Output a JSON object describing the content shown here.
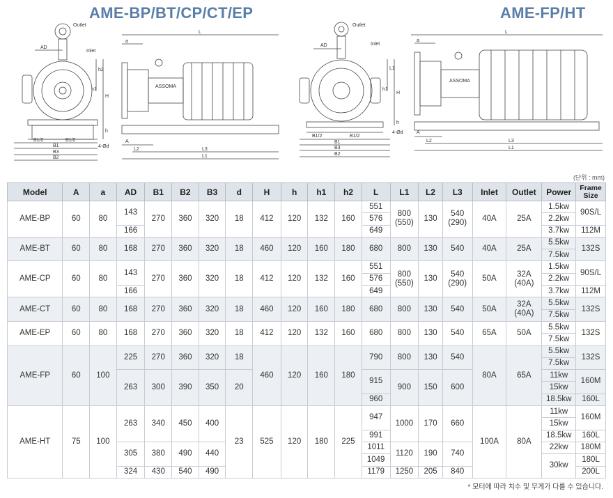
{
  "titles": {
    "left": "AME-BP/BT/CP/CT/EP",
    "right": "AME-FP/HT"
  },
  "drawing_labels": {
    "left": {
      "outlet": "Outlet",
      "inlet": "Inlet",
      "AD": "AD",
      "a": "a",
      "L": "L",
      "h2": "h2",
      "h1": "h1",
      "H": "H",
      "h": "h",
      "B1_2a": "B1/2",
      "B1_2b": "B1/2",
      "B1": "B1",
      "B3": "B3",
      "B2": "B2",
      "fourd": "4-Ød",
      "A": "A",
      "L2": "L2",
      "L3": "L3",
      "L1": "L1",
      "brand": "ASSOMA"
    },
    "right": {
      "outlet": "Outlet",
      "inlet": "Inlet",
      "AD": "AD",
      "a": "a",
      "L": "L",
      "L1v": "L1",
      "h1": "h1",
      "H": "H",
      "h": "h",
      "B1_2a": "B1/2",
      "B1_2b": "B1/2",
      "B1": "B1",
      "B3": "B3",
      "B2": "B2",
      "fourd": "4-Ød",
      "A": "A",
      "L2": "L2",
      "L3": "L3",
      "L1": "L1",
      "brand": "ASSOMA"
    }
  },
  "unit_note": "(단위 : mm)",
  "footnote": "* 모터에 따라 치수 및 무게가 다를 수 있습니다.",
  "table": {
    "headers": [
      "Model",
      "A",
      "a",
      "AD",
      "B1",
      "B2",
      "B3",
      "d",
      "H",
      "h",
      "h1",
      "h2",
      "L",
      "L1",
      "L2",
      "L3",
      "Inlet",
      "Outlet",
      "Power",
      "Frame Size"
    ],
    "BP": {
      "model": "AME-BP",
      "A": "60",
      "a": "80",
      "AD1": "143",
      "AD2": "166",
      "B1": "270",
      "B2": "360",
      "B3": "320",
      "d": "18",
      "H": "412",
      "h": "120",
      "h1": "132",
      "h2": "160",
      "L1v": "551",
      "L2v": "576",
      "L3v": "649",
      "L1a": "800",
      "L1b": "(550)",
      "L2": "130",
      "L3a": "540",
      "L3b": "(290)",
      "inlet": "40A",
      "outlet": "25A",
      "P1": "1.5kw",
      "P2": "2.2kw",
      "P3": "3.7kw",
      "F1": "90S/L",
      "F2": "112M"
    },
    "BT": {
      "model": "AME-BT",
      "A": "60",
      "a": "80",
      "AD": "168",
      "B1": "270",
      "B2": "360",
      "B3": "320",
      "d": "18",
      "H": "460",
      "h": "120",
      "h1": "160",
      "h2": "180",
      "L": "680",
      "L1": "800",
      "L2": "130",
      "L3": "540",
      "inlet": "40A",
      "outlet": "25A",
      "P1": "5.5kw",
      "P2": "7.5kw",
      "F": "132S"
    },
    "CP": {
      "model": "AME-CP",
      "A": "60",
      "a": "80",
      "AD1": "143",
      "AD2": "166",
      "B1": "270",
      "B2": "360",
      "B3": "320",
      "d": "18",
      "H": "412",
      "h": "120",
      "h1": "132",
      "h2": "160",
      "L1v": "551",
      "L2v": "576",
      "L3v": "649",
      "L1a": "800",
      "L1b": "(550)",
      "L2": "130",
      "L3a": "540",
      "L3b": "(290)",
      "inlet": "50A",
      "outleta": "32A",
      "outletb": "(40A)",
      "P1": "1.5kw",
      "P2": "2.2kw",
      "P3": "3.7kw",
      "F1": "90S/L",
      "F2": "112M"
    },
    "CT": {
      "model": "AME-CT",
      "A": "60",
      "a": "80",
      "AD": "168",
      "B1": "270",
      "B2": "360",
      "B3": "320",
      "d": "18",
      "H": "460",
      "h": "120",
      "h1": "160",
      "h2": "180",
      "L": "680",
      "L1": "800",
      "L2": "130",
      "L3": "540",
      "inlet": "50A",
      "outleta": "32A",
      "outletb": "(40A)",
      "P1": "5.5kw",
      "P2": "7.5kw",
      "F": "132S"
    },
    "EP": {
      "model": "AME-EP",
      "A": "60",
      "a": "80",
      "AD": "168",
      "B1": "270",
      "B2": "360",
      "B3": "320",
      "d": "18",
      "H": "412",
      "h": "120",
      "h1": "132",
      "h2": "160",
      "L": "680",
      "L1": "800",
      "L2": "130",
      "L3": "540",
      "inlet": "65A",
      "outlet": "50A",
      "P1": "5.5kw",
      "P2": "7.5kw",
      "F": "132S"
    },
    "FP": {
      "model": "AME-FP",
      "A": "60",
      "a": "100",
      "AD1": "225",
      "B1a": "270",
      "B2a": "360",
      "B3a": "320",
      "d1": "18",
      "AD2": "263",
      "B1b": "300",
      "B2b": "390",
      "B3b": "350",
      "d2": "20",
      "H": "460",
      "h": "120",
      "h1": "160",
      "h2": "180",
      "La": "790",
      "Lb": "915",
      "Lc": "960",
      "L1a": "800",
      "L1b": "900",
      "L2a": "130",
      "L2b": "150",
      "L3a": "540",
      "L3b": "600",
      "inlet": "80A",
      "outlet": "65A",
      "P1": "5.5kw",
      "P2": "7.5kw",
      "P3": "11kw",
      "P4": "15kw",
      "P5": "18.5kw",
      "F1": "132S",
      "F2": "160M",
      "F3": "160L"
    },
    "HT": {
      "model": "AME-HT",
      "A": "75",
      "a": "100",
      "AD1": "263",
      "AD2": "305",
      "AD3": "324",
      "B1a": "340",
      "B1b": "380",
      "B1c": "430",
      "B2a": "450",
      "B2b": "490",
      "B2c": "540",
      "B3a": "400",
      "B3b": "440",
      "B3c": "490",
      "d": "23",
      "H": "525",
      "h": "120",
      "h1": "180",
      "h2": "225",
      "La": "947",
      "Lb": "991",
      "Lc": "1011",
      "Ld": "1049",
      "Le": "1179",
      "L1a": "1000",
      "L1b": "1120",
      "L1c": "1250",
      "L2a": "170",
      "L2b": "190",
      "L2c": "205",
      "L3a": "660",
      "L3b": "740",
      "L3c": "840",
      "inlet": "100A",
      "outlet": "80A",
      "P1": "11kw",
      "P2": "15kw",
      "P3": "18.5kw",
      "P4": "22kw",
      "P5": "30kw",
      "F1": "160M",
      "F2": "160L",
      "F3": "180M",
      "F4": "180L",
      "F5": "200L"
    }
  }
}
